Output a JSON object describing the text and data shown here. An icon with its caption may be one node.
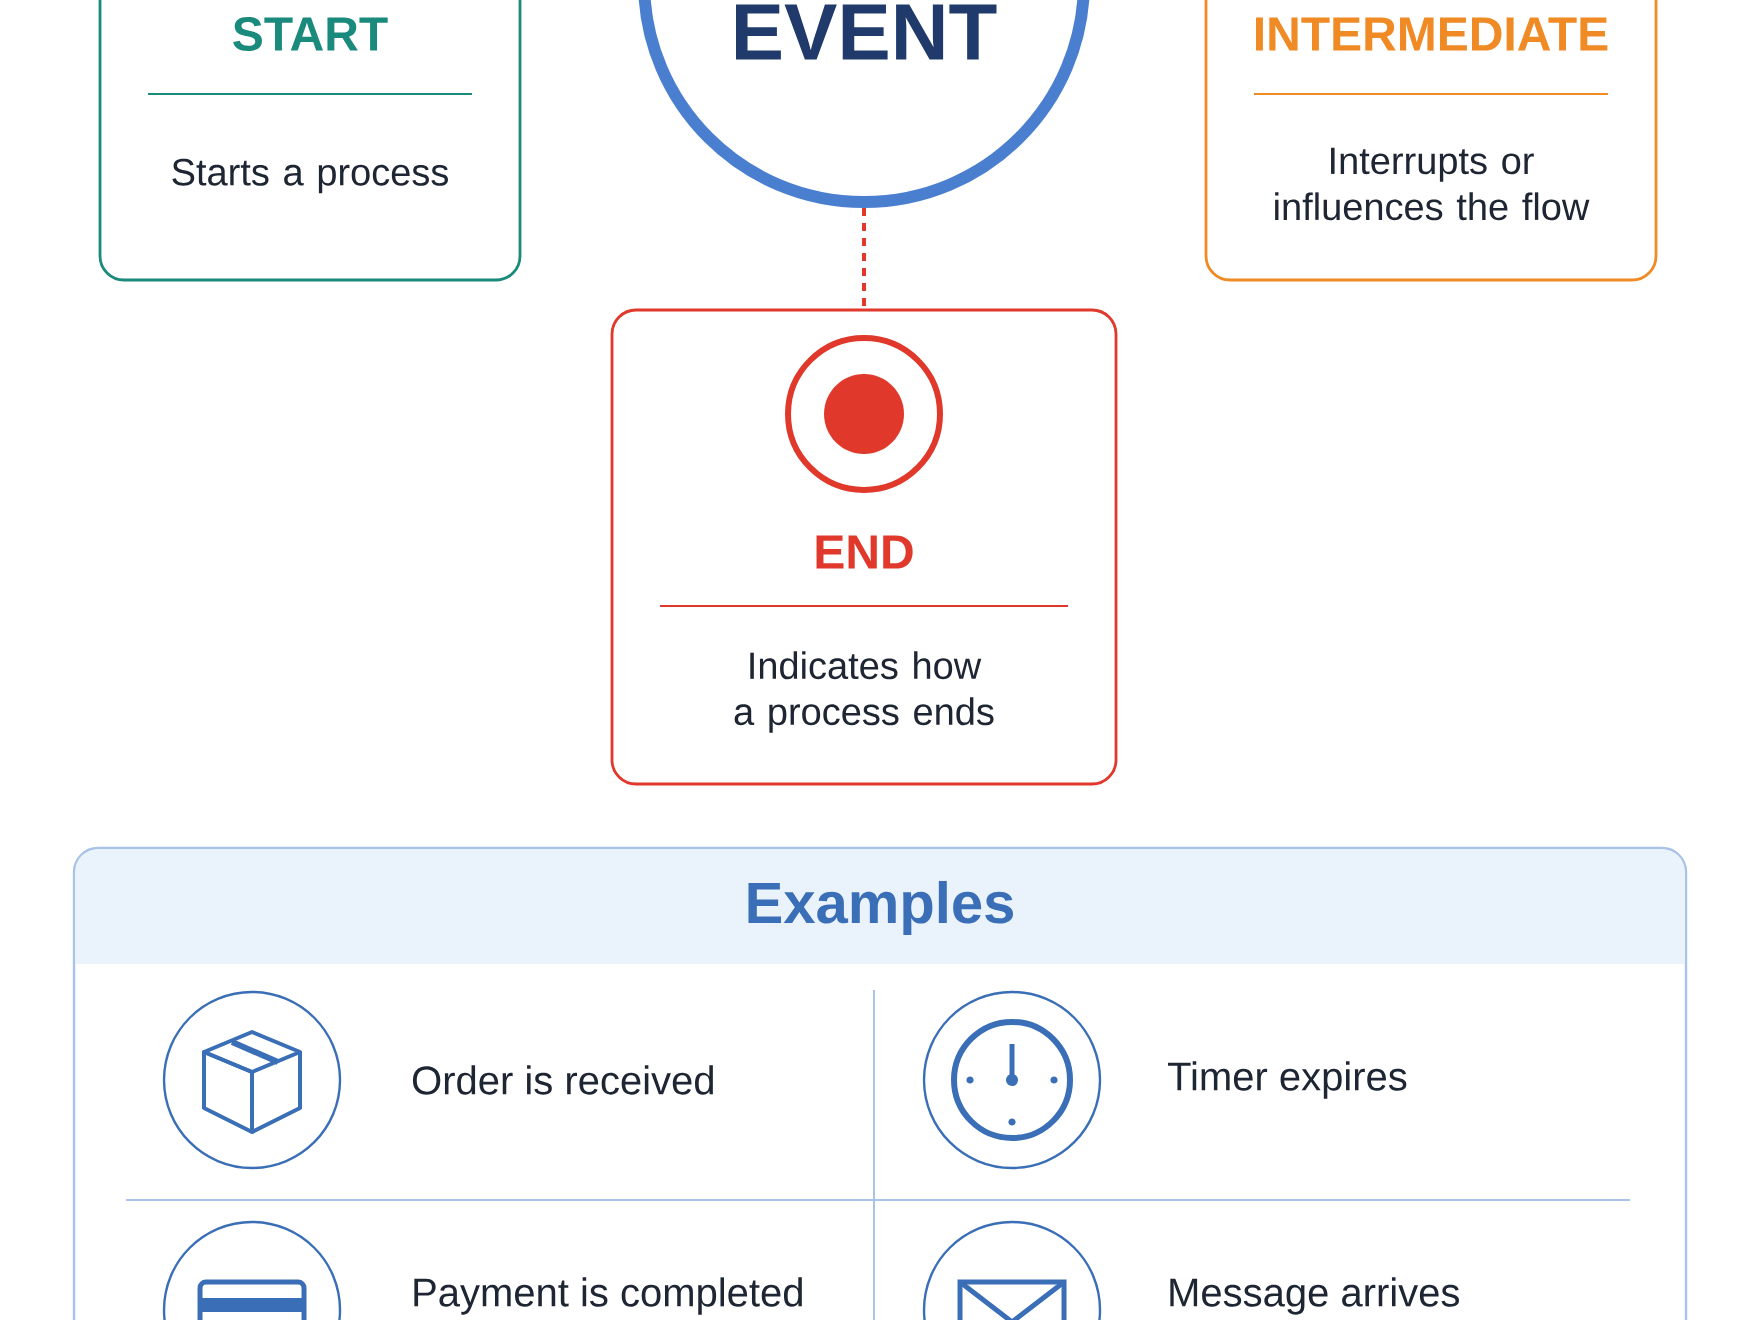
{
  "diagram": {
    "nodes": [
      {
        "text": [
          "EVENT"
        ]
      },
      {
        "text": [
          "START",
          "Starts a process"
        ]
      },
      {
        "text": [
          "INTERMEDIATE",
          "Interrupts or influences the flow"
        ]
      },
      {
        "text": [
          "END",
          "Indicates how a process ends"
        ]
      },
      {
        "text": [
          "Examples"
        ]
      }
    ],
    "edges": [
      {
        "from": 0,
        "to": 3,
        "arrow": "none",
        "style": "dashed",
        "color": "#e0392b"
      }
    ],
    "labels": [
      "Order is received",
      "Timer expires",
      "Payment is completed",
      "Message arrives"
    ]
  }
}
